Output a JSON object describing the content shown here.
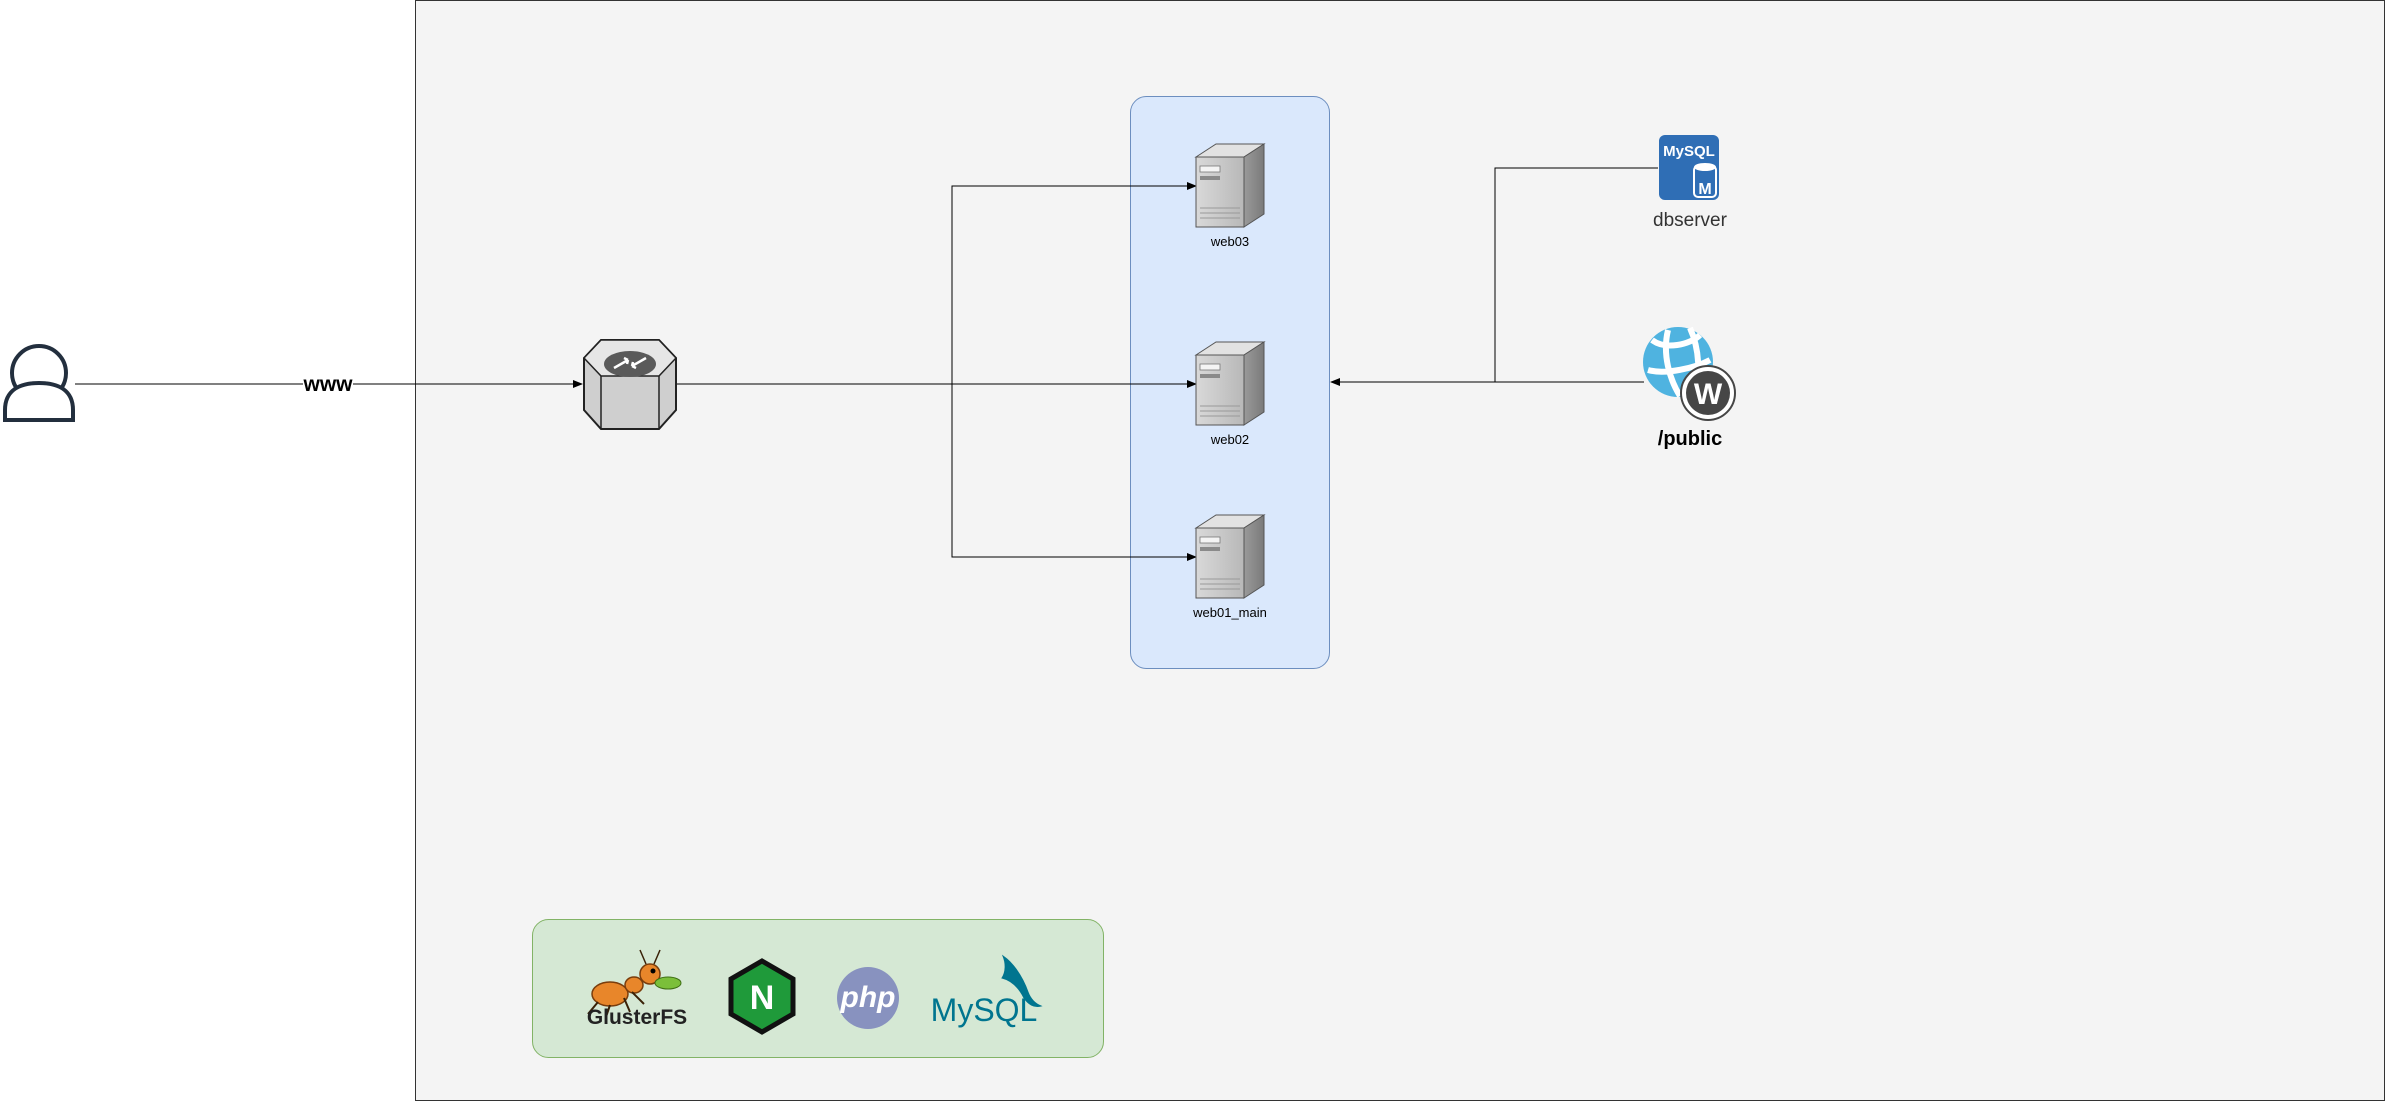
{
  "nodes": {
    "user": {
      "icon": "user-icon"
    },
    "load_balancer": {
      "icon": "load-balancer-icon"
    },
    "web03": {
      "label": "web03",
      "icon": "server-icon"
    },
    "web02": {
      "label": "web02",
      "icon": "server-icon"
    },
    "web01": {
      "label": "web01_main",
      "icon": "server-icon"
    },
    "dbserver": {
      "label": "dbserver",
      "icon": "mysql-database-icon",
      "badge_text": "MySQL",
      "badge_letter": "M"
    },
    "public": {
      "label": "/public",
      "icon": "wordpress-web-icon"
    }
  },
  "edges": {
    "www_label": "www"
  },
  "tech_stack": {
    "glusterfs": "GlusterFS",
    "nginx": "N",
    "php": "php",
    "mysql": "MySQL"
  },
  "colors": {
    "canvas_fill": "#f4f4f4",
    "canvas_border": "#333333",
    "server_group_fill": "#dae8fc",
    "server_group_border": "#6c8ebf",
    "stack_group_fill": "#d5e8d4",
    "stack_group_border": "#82b366",
    "mysql_blue": "#2f6eb5",
    "nginx_green": "#1f9a3a",
    "php_purple": "#8892bf",
    "wordpress_blue": "#4fb3e0"
  }
}
